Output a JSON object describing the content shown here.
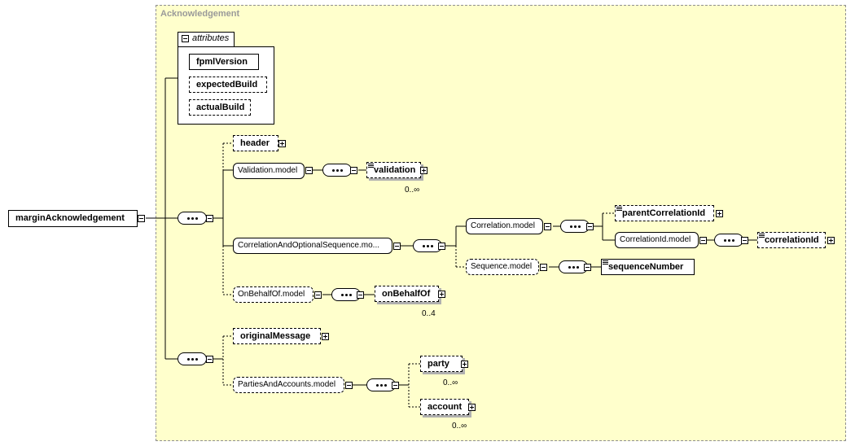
{
  "diagram": {
    "complex_type": "Acknowledgement",
    "root": "marginAcknowledgement",
    "attributes_label": "attributes",
    "attributes": [
      "fpmlVersion",
      "expectedBuild",
      "actualBuild"
    ],
    "elements": {
      "header": "header",
      "validation_model": "Validation.model",
      "validation": "validation",
      "validation_card": "0..∞",
      "correlation_seq_model": "CorrelationAndOptionalSequence.mo...",
      "correlation_model": "Correlation.model",
      "parent_correlation_id": "parentCorrelationId",
      "correlation_id_model": "CorrelationId.model",
      "correlation_id": "correlationId",
      "sequence_model": "Sequence.model",
      "sequence_number": "sequenceNumber",
      "on_behalf_of_model": "OnBehalfOf.model",
      "on_behalf_of": "onBehalfOf",
      "on_behalf_of_card": "0..4",
      "original_message": "originalMessage",
      "parties_accounts_model": "PartiesAndAccounts.model",
      "party": "party",
      "party_card": "0..∞",
      "account": "account",
      "account_card": "0..∞"
    }
  }
}
